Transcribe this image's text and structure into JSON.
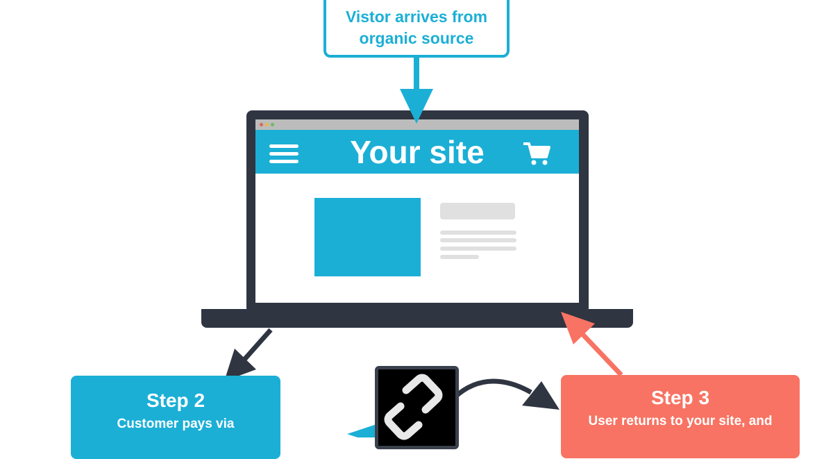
{
  "entry": {
    "line1": "Vistor arrives from",
    "line2": "organic source"
  },
  "laptop": {
    "site_title": "Your site",
    "menu_icon": "hamburger-menu-icon",
    "cart_icon": "shopping-cart-icon",
    "window_dots": [
      "#e0625c",
      "#e8b84a",
      "#73b85f"
    ]
  },
  "steps": [
    {
      "title": "Step 2",
      "description": "Customer pays via",
      "color": "#1bafd6"
    },
    {
      "title": "Step 3",
      "description": "User returns to your site, and",
      "color": "#f87363"
    }
  ],
  "payment_link": {
    "icon": "link-chain-icon"
  },
  "colors": {
    "accent_blue": "#1bafd6",
    "accent_coral": "#f87363",
    "dark": "#2f3541",
    "skeleton_gray": "#e0e0e0"
  }
}
